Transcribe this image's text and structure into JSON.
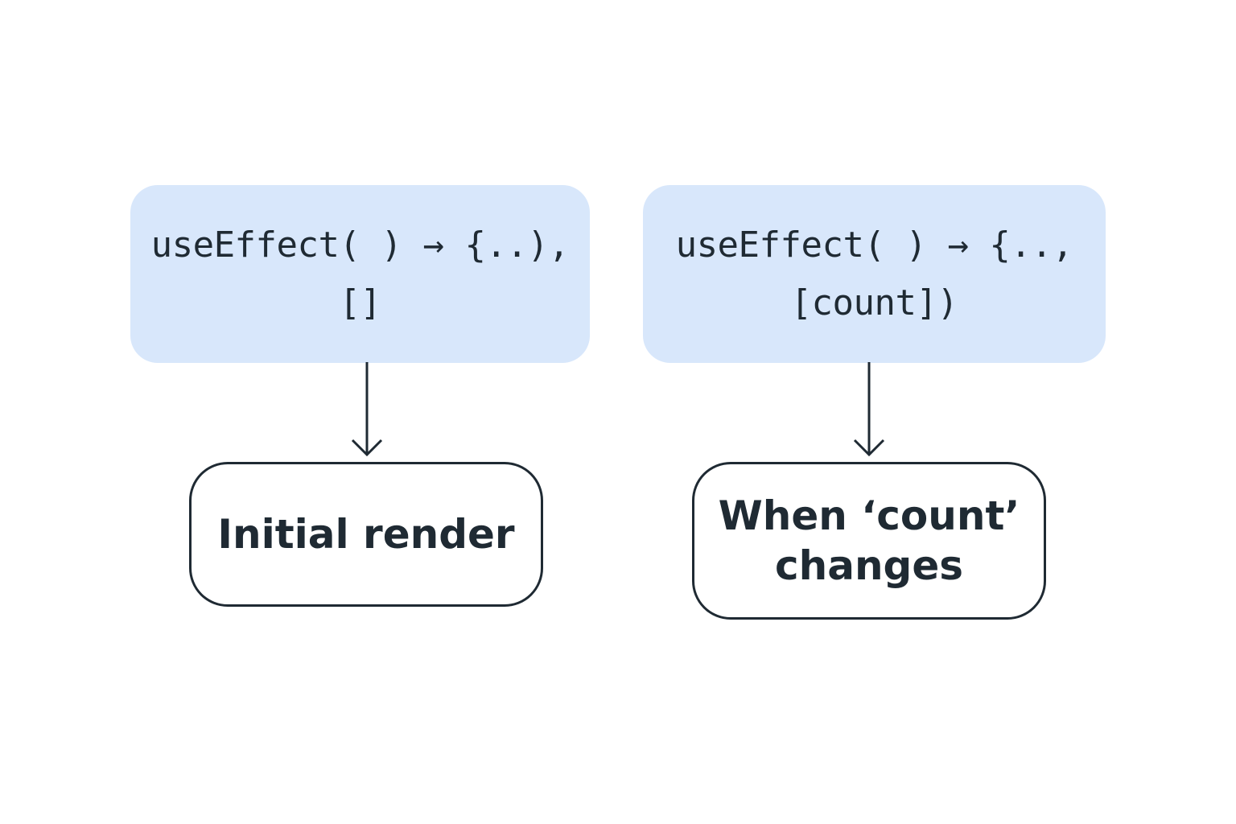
{
  "diagram": {
    "left": {
      "code_line_1": "useEffect( ) → {..),",
      "code_line_2": "[]",
      "result_line_1": "Initial render",
      "result_line_2": ""
    },
    "right": {
      "code_line_1": "useEffect( ) → {..,",
      "code_line_2": "[count])",
      "result_line_1": "When ‘count’",
      "result_line_2": "changes"
    }
  },
  "colors": {
    "code_box_fill": "#d8e7fb",
    "outline": "#1f2a33",
    "text": "#1f2a33",
    "background": "#ffffff"
  }
}
